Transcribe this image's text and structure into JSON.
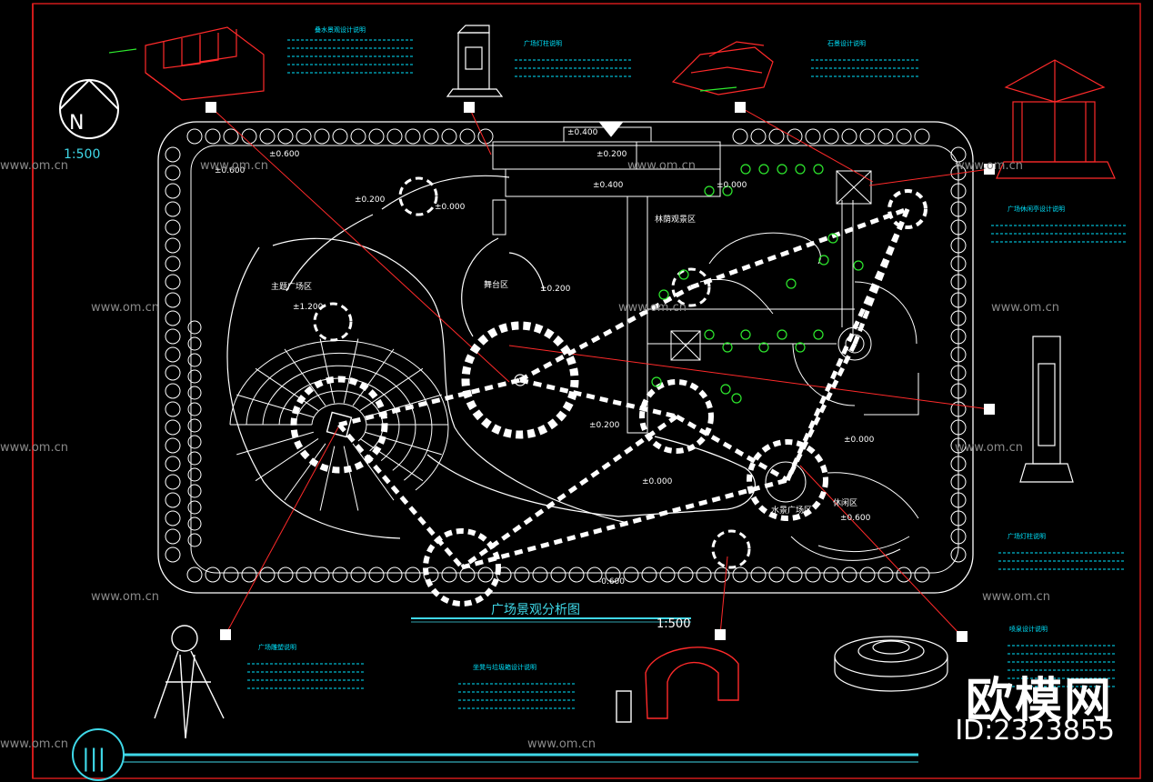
{
  "drawing": {
    "title": "广场景观分析图",
    "scale_main": "1:500",
    "scale_north": "1:500",
    "north_letter": "N",
    "sheet_marker": "|||"
  },
  "elevations": [
    "±0.600",
    "±0.200",
    "±0.000",
    "±0.400",
    "±0.200",
    "±0.400",
    "±0.000",
    "±0.200",
    "±1.200",
    "±0.200",
    "±0.000",
    "±0.600",
    "-0.600",
    "±0.600",
    "±0.000"
  ],
  "zones": {
    "main_plaza": "主题广场区",
    "stage": "舞台区",
    "scenic": "林荫观景区",
    "rest": "休闲区",
    "water": "水景广场区"
  },
  "notes": {
    "n1_title": "叠水景观设计说明",
    "n2_title": "广场灯柱说明",
    "n3_title": "石景设计说明",
    "n4_title": "广场休闲亭设计说明",
    "n5_title": "广场灯柱说明",
    "n6_title": "广场雕塑说明",
    "n7_title": "坐凳与垃圾箱设计说明",
    "n8_title": "喷泉设计说明"
  },
  "watermark": {
    "site": "www.om.cn",
    "brand": "欧模网",
    "id": "ID:2323855"
  },
  "colors": {
    "line": "#ffffff",
    "accent": "#ff2a2a",
    "note_text": "#00e5ff",
    "tree": "#2eea2e",
    "frame": "#d01a1a",
    "cyan_bar": "#3fd8e8"
  }
}
